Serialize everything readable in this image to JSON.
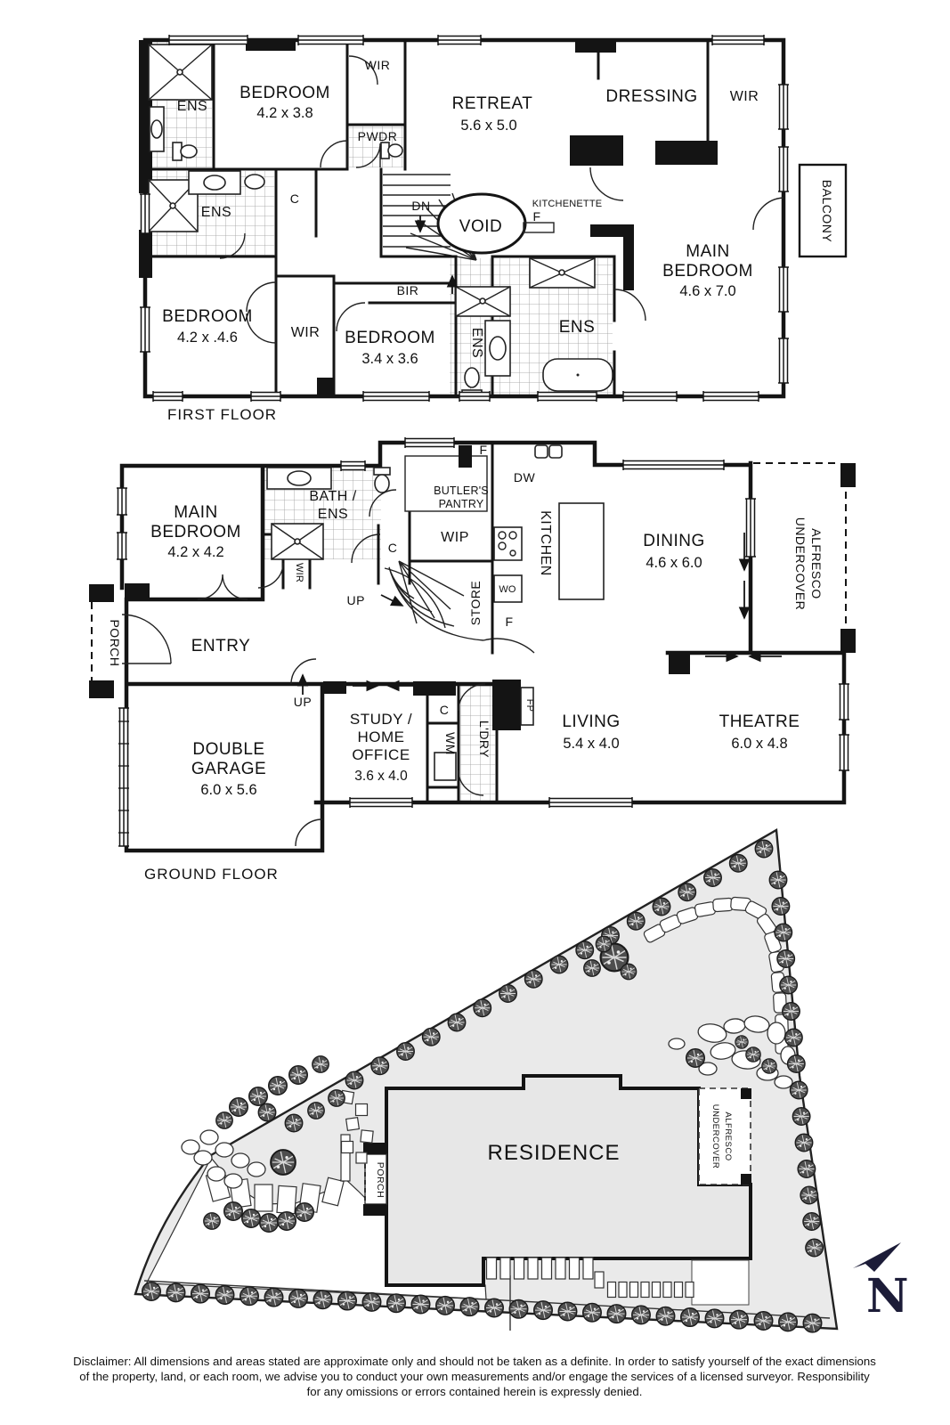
{
  "first_floor": {
    "floor_label": "FIRST FLOOR",
    "rooms": {
      "ens_a": "ENS",
      "bedroom1": "BEDROOM",
      "bedroom1_dims": "4.2 x 3.8",
      "wir_a": "WIR",
      "pwdr": "PWDR",
      "retreat": "RETREAT",
      "retreat_dims": "5.6 x 5.0",
      "dressing": "DRESSING",
      "wir_b": "WIR",
      "balcony": "BALCONY",
      "dn": "DN",
      "void": "VOID",
      "kitchenette": "KITCHENETTE",
      "kitchenette_f": "F",
      "main_bedroom_l1": "MAIN",
      "main_bedroom_l2": "BEDROOM",
      "main_bedroom_dims": "4.6 x 7.0",
      "ens_b": "ENS",
      "c": "C",
      "bedroom2": "BEDROOM",
      "bedroom2_dims": "4.2 x .4.6",
      "wir_c": "WIR",
      "bedroom3": "BEDROOM",
      "bedroom3_dims": "3.4 x 3.6",
      "bir": "BIR",
      "ens_c": "ENS",
      "ens_d": "ENS"
    }
  },
  "ground_floor": {
    "floor_label": "GROUND FLOOR",
    "rooms": {
      "porch": "PORCH",
      "main_bedroom_l1": "MAIN",
      "main_bedroom_l2": "BEDROOM",
      "main_bedroom_dims": "4.2 x 4.2",
      "bath_l1": "BATH /",
      "bath_l2": "ENS",
      "wir": "WIR",
      "entry": "ENTRY",
      "c1": "C",
      "butlers_l1": "BUTLER'S",
      "butlers_l2": "PANTRY",
      "wip": "WIP",
      "up1": "UP",
      "store": "STORE",
      "f1": "F",
      "dw": "DW",
      "kitchen": "KITCHEN",
      "wo": "WO",
      "f2": "F",
      "dining": "DINING",
      "dining_dims": "4.6 x 6.0",
      "alfresco_l1": "UNDERCOVER",
      "alfresco_l2": "ALFRESCO",
      "garage_l1": "DOUBLE",
      "garage_l2": "GARAGE",
      "garage_dims": "6.0 x 5.6",
      "up2": "UP",
      "study_l1": "STUDY /",
      "study_l2": "HOME",
      "study_l3": "OFFICE",
      "study_dims": "3.6 x 4.0",
      "c2": "C",
      "wm": "WM",
      "ldry": "L'DRY",
      "fp": "FP",
      "living": "LIVING",
      "living_dims": "5.4 x 4.0",
      "theatre": "THEATRE",
      "theatre_dims": "6.0 x 4.8"
    }
  },
  "site_plan": {
    "residence": "RESIDENCE",
    "porch": "PORCH",
    "alfresco_l1": "UNDERCOVER",
    "alfresco_l2": "ALFRESCO",
    "north": "N",
    "north_color": "#1c1c38"
  },
  "disclaimer": {
    "line1": "Disclaimer: All dimensions and areas stated are approximate only and should not be taken as a definite. In order to satisfy yourself of the exact dimensions",
    "line2": "of the property, land, or each room, we advise you to conduct your own measurements and/or engage the services of a licensed surveyor. Responsibility",
    "line3": "for any omissions or errors contained herein is expressly denied."
  }
}
